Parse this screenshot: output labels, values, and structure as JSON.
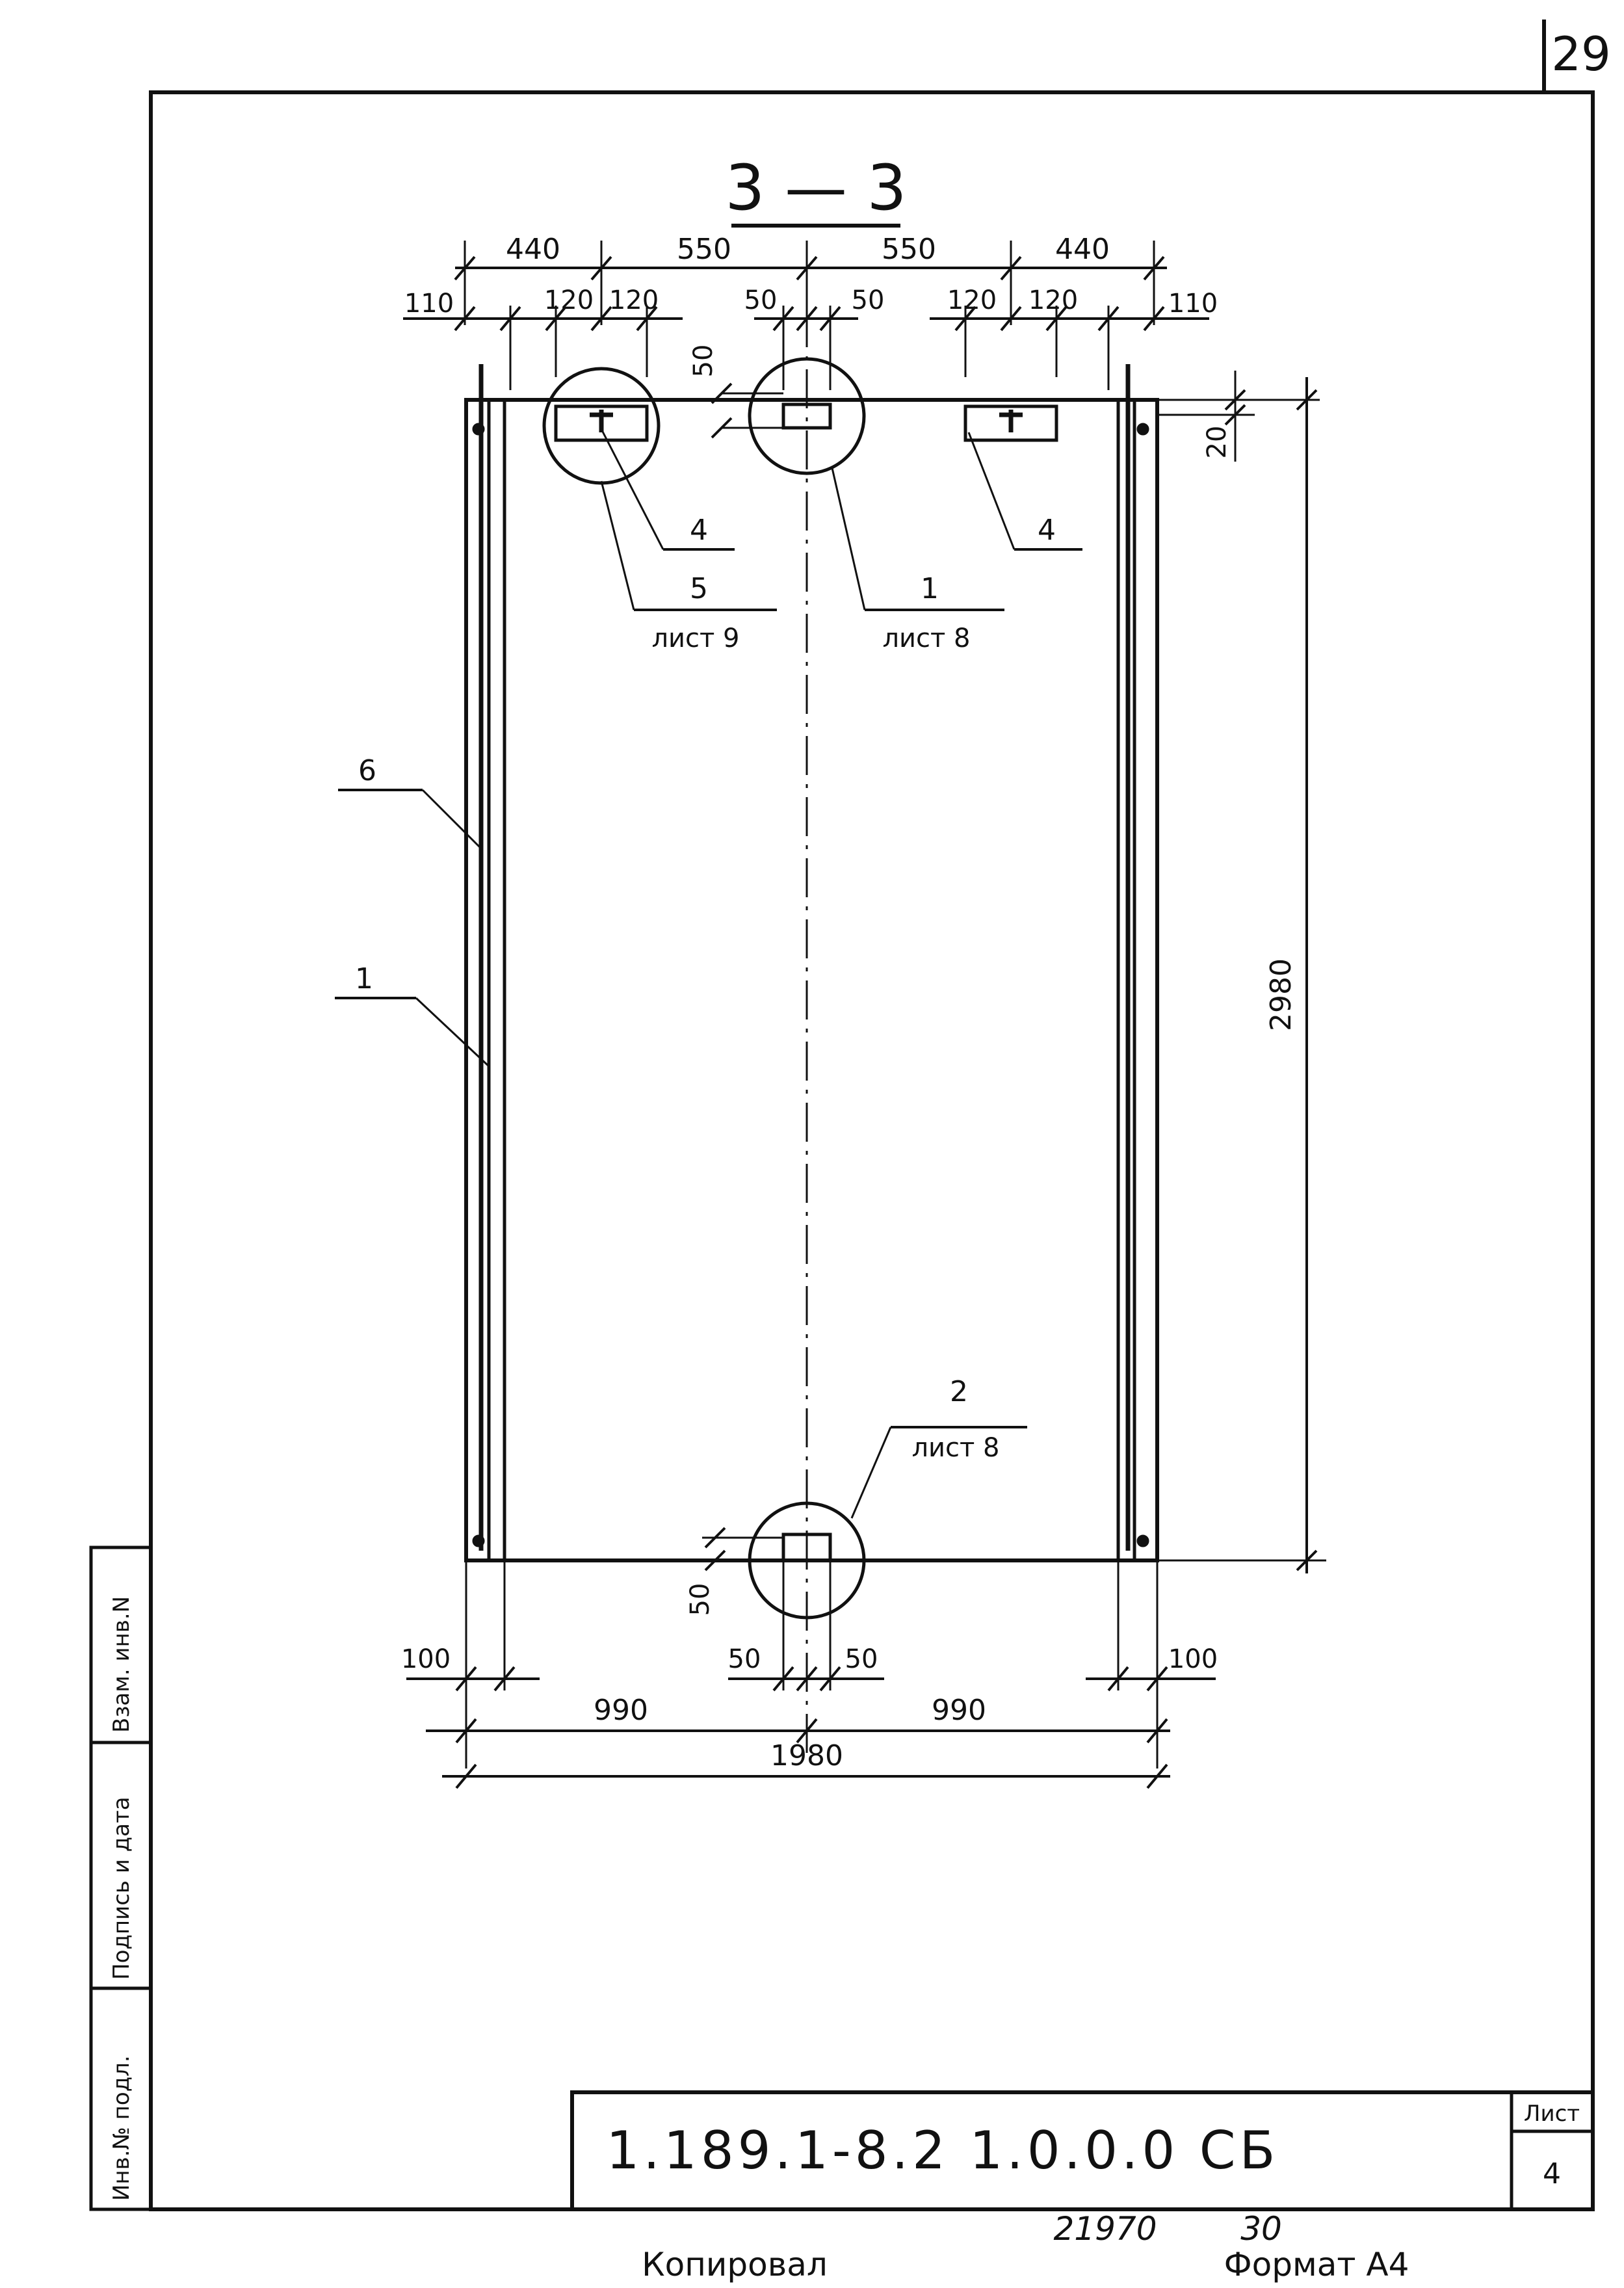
{
  "page_number": "29",
  "section_title": "3 — 3",
  "dimensions": {
    "top_row": [
      "440",
      "550",
      "550",
      "440"
    ],
    "top_sub_left": [
      "110",
      "120",
      "120"
    ],
    "top_sub_mid": [
      "50",
      "50"
    ],
    "top_sub_right": [
      "120",
      "120",
      "110"
    ],
    "dim_50_top": "50",
    "dim_20": "20",
    "dim_2980": "2980",
    "dim_50_bottom": "50",
    "bottom_sub": [
      "100",
      "50",
      "50",
      "100"
    ],
    "bottom_row": [
      "990",
      "990"
    ],
    "total": "1980"
  },
  "callouts": {
    "c4_left": "4",
    "c5": "5",
    "c5_sheet": "лист 9",
    "c1_top": "1",
    "c1_sheet": "лист 8",
    "c4_right": "4",
    "c6": "6",
    "c1_left": "1",
    "c2": "2",
    "c2_sheet": "лист 8"
  },
  "side_stamp": [
    "Инв.№ подл.",
    "Подпись и дата",
    "Взам. инв.N"
  ],
  "title_block": {
    "code": "1.189.1-8.2  1.0.0.0 СБ",
    "sheet_label": "Лист",
    "sheet_number": "4"
  },
  "footer": {
    "copied": "Копировал",
    "format": "Формат А4",
    "num1": "21970",
    "num2": "30"
  }
}
